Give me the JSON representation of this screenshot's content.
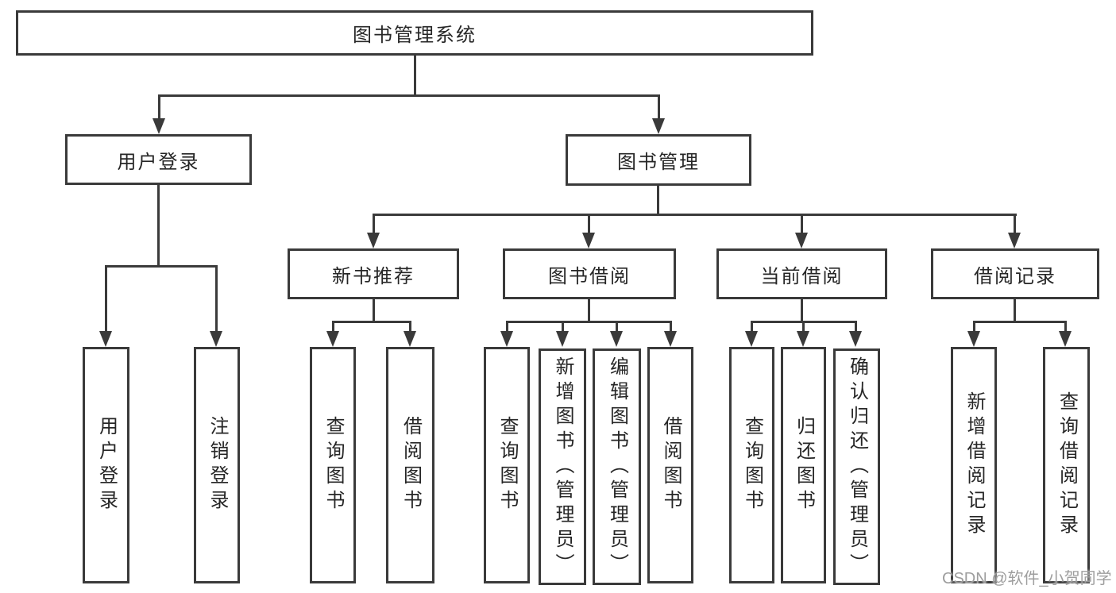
{
  "tree": {
    "root": {
      "label": "图书管理系统",
      "children": [
        {
          "label": "用户登录",
          "children": [
            {
              "label": "用户登录"
            },
            {
              "label": "注销登录"
            }
          ]
        },
        {
          "label": "图书管理",
          "children": [
            {
              "label": "新书推荐",
              "children": [
                {
                  "label": "查询图书"
                },
                {
                  "label": "借阅图书"
                }
              ]
            },
            {
              "label": "图书借阅",
              "children": [
                {
                  "label": "查询图书"
                },
                {
                  "label": "新增图书（管理员）"
                },
                {
                  "label": "编辑图书（管理员）"
                },
                {
                  "label": "借阅图书"
                }
              ]
            },
            {
              "label": "当前借阅",
              "children": [
                {
                  "label": "查询图书"
                },
                {
                  "label": "归还图书"
                },
                {
                  "label": "确认归还（管理员）"
                }
              ]
            },
            {
              "label": "借阅记录",
              "children": [
                {
                  "label": "新增借阅记录"
                },
                {
                  "label": "查询借阅记录"
                }
              ]
            }
          ]
        }
      ]
    }
  },
  "watermark": {
    "text": "CSDN @软件_小贺同学"
  },
  "colors": {
    "line": "#3a3a3a",
    "text": "#262626",
    "background": "#ffffff",
    "watermark": "#9e9e9e"
  }
}
